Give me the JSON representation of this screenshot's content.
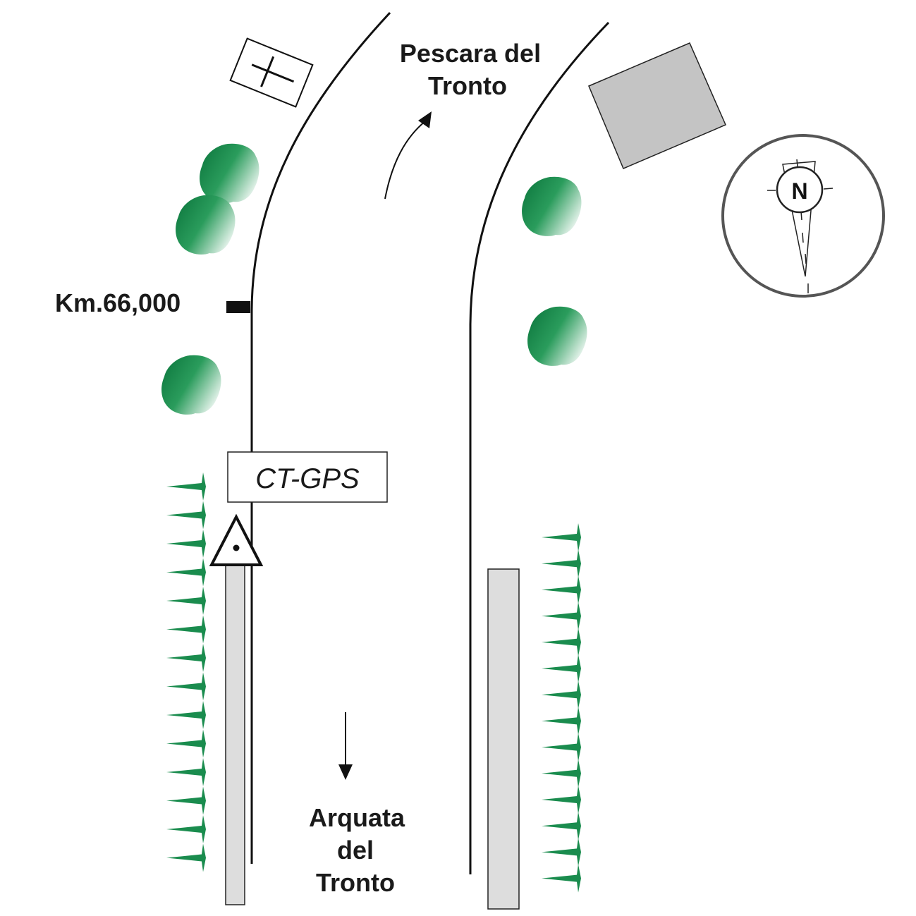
{
  "destinations": {
    "north_line1": "Pescara del",
    "north_line2": "Tronto",
    "south_line1": "Arquata",
    "south_line2": "del",
    "south_line3": "Tronto"
  },
  "kilometre_marker": "Km.66,000",
  "station": {
    "label": "CT-GPS"
  },
  "compass": {
    "label": "N"
  },
  "symbols": {
    "church": "church-icon",
    "building": "building-icon",
    "tree": "tree-icon",
    "hedge": "hedge-icon",
    "survey_point": "triangle-survey-point-icon",
    "compass": "compass-icon",
    "direction_arrow": "arrow-icon"
  },
  "colors": {
    "vegetation": "#1a8c4e",
    "building_fill": "#c4c4c4",
    "sidewalk_fill": "#dddddd",
    "road_line": "#111111",
    "compass_ring": "#555555"
  }
}
